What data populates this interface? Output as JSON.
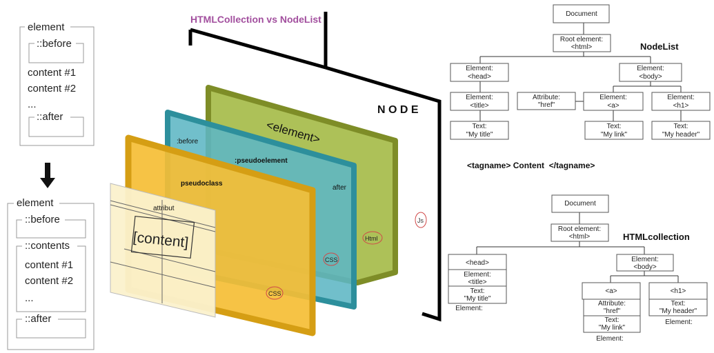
{
  "title": "HTMLCollection vs NodeList",
  "colors": {
    "title": "#a24f9e",
    "node_frame": "#000000",
    "layer_green": "#a6bc4a",
    "layer_green_border": "#7e8d27",
    "layer_teal": "#5db6c4",
    "layer_teal_border": "#2d8f9c",
    "layer_yellow": "#f5be35",
    "layer_yellow_border": "#d59e14",
    "content_plane": "#fbf1cc",
    "tree_box_border": "#555555",
    "annotation_circle": "#d04848"
  },
  "box_model_top": {
    "element": "element",
    "before": "::before",
    "content1": "content #1",
    "content2": "content #2",
    "ellipsis": "...",
    "after": "::after"
  },
  "box_model_bottom": {
    "element": "element",
    "before": "::before",
    "contents": "::contents",
    "content1": "content #1",
    "content2": "content #2",
    "ellipsis": "...",
    "after": "::after"
  },
  "layers": {
    "node": "N O D E",
    "element": "<element>",
    "before": ":before",
    "pseudoelement": ":pseudoelement",
    "after": "after",
    "pseudoclass": "pseudoclass",
    "attribut": "attribut",
    "content": "[content]",
    "js": "Js",
    "html": "Html",
    "css1": "CSS",
    "css2": "CSS"
  },
  "nodelist": {
    "heading": "NodeList",
    "document": "Document",
    "root_l1": "Root element:",
    "root_l2": "<html>",
    "head_l1": "Element:",
    "head_l2": "<head>",
    "body_l1": "Element:",
    "body_l2": "<body>",
    "title_l1": "Element:",
    "title_l2": "<title>",
    "attr_l1": "Attribute:",
    "attr_l2": "\"href\"",
    "a_l1": "Element:",
    "a_l2": "<a>",
    "h1_l1": "Element:",
    "h1_l2": "<h1>",
    "text1_l1": "Text:",
    "text1_l2": "\"My title\"",
    "text2_l1": "Text:",
    "text2_l2": "\"My link\"",
    "text3_l1": "Text:",
    "text3_l2": "\"My header\""
  },
  "tagline": "<tagname> Content  </tagname>",
  "htmlcollection": {
    "heading": "HTMLcollection",
    "document": "Document",
    "root_l1": "Root element:",
    "root_l2": "<html>",
    "head": "<head>",
    "body_l1": "Element:",
    "body_l2": "<body>",
    "title_l1": "Element:",
    "title_l2": "<title>",
    "text1_l1": "Text:",
    "text1_l2": "\"My title\"",
    "elem_under_head": "Element:",
    "a": "<a>",
    "attr_l1": "Attribute:",
    "attr_l2": "\"href\"",
    "text2_l1": "Text:",
    "text2_l2": "\"My link\"",
    "elem_under_a": "Element:",
    "h1": "<h1>",
    "text3_l1": "Text:",
    "text3_l2": "\"My header\"",
    "elem_under_h1": "Element:"
  }
}
